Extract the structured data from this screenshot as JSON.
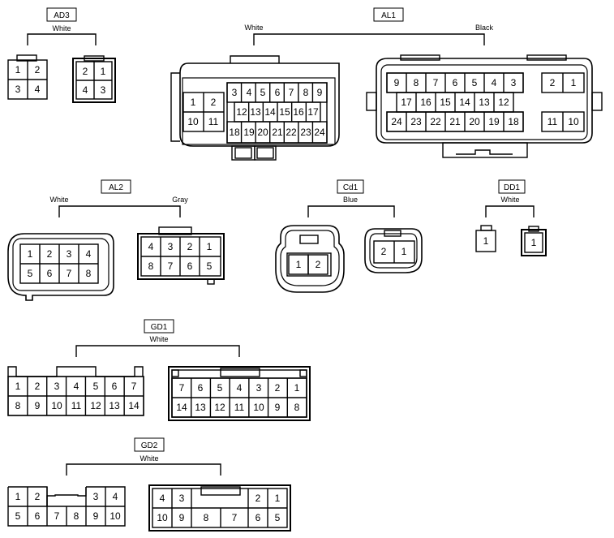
{
  "connectors": {
    "ad3": {
      "id": "AD3",
      "colors": [
        "White"
      ],
      "female": [
        "1",
        "2",
        "3",
        "4"
      ],
      "male": [
        "2",
        "1",
        "4",
        "3"
      ]
    },
    "al1": {
      "id": "AL1",
      "colors": [
        "White",
        "Black"
      ],
      "female": [
        "1",
        "2",
        "10",
        "11",
        "3",
        "4",
        "5",
        "6",
        "7",
        "8",
        "9",
        "12",
        "13",
        "14",
        "15",
        "16",
        "17",
        "18",
        "19",
        "20",
        "21",
        "22",
        "23",
        "24"
      ],
      "male": [
        "9",
        "8",
        "7",
        "6",
        "5",
        "4",
        "3",
        "2",
        "1",
        "17",
        "16",
        "15",
        "14",
        "13",
        "12",
        "24",
        "23",
        "22",
        "21",
        "20",
        "19",
        "18",
        "11",
        "10"
      ]
    },
    "al2": {
      "id": "AL2",
      "colors": [
        "White",
        "Gray"
      ],
      "female": [
        "1",
        "2",
        "3",
        "4",
        "5",
        "6",
        "7",
        "8"
      ],
      "male": [
        "4",
        "3",
        "2",
        "1",
        "8",
        "7",
        "6",
        "5"
      ]
    },
    "cd1": {
      "id": "Cd1",
      "colors": [
        "Blue"
      ],
      "female": [
        "1",
        "2"
      ],
      "male": [
        "2",
        "1"
      ]
    },
    "dd1": {
      "id": "DD1",
      "colors": [
        "White"
      ],
      "female": [
        "1"
      ],
      "male": [
        "1"
      ]
    },
    "gd1": {
      "id": "GD1",
      "colors": [
        "White"
      ],
      "female": [
        "1",
        "2",
        "3",
        "4",
        "5",
        "6",
        "7",
        "8",
        "9",
        "10",
        "11",
        "12",
        "13",
        "14"
      ],
      "male": [
        "7",
        "6",
        "5",
        "4",
        "3",
        "2",
        "1",
        "14",
        "13",
        "12",
        "11",
        "10",
        "9",
        "8"
      ]
    },
    "gd2": {
      "id": "GD2",
      "colors": [
        "White"
      ],
      "female": [
        "1",
        "2",
        "3",
        "4",
        "5",
        "6",
        "7",
        "8",
        "9",
        "10"
      ],
      "male": [
        "4",
        "3",
        "2",
        "1",
        "10",
        "9",
        "8",
        "7",
        "6",
        "5"
      ]
    }
  }
}
